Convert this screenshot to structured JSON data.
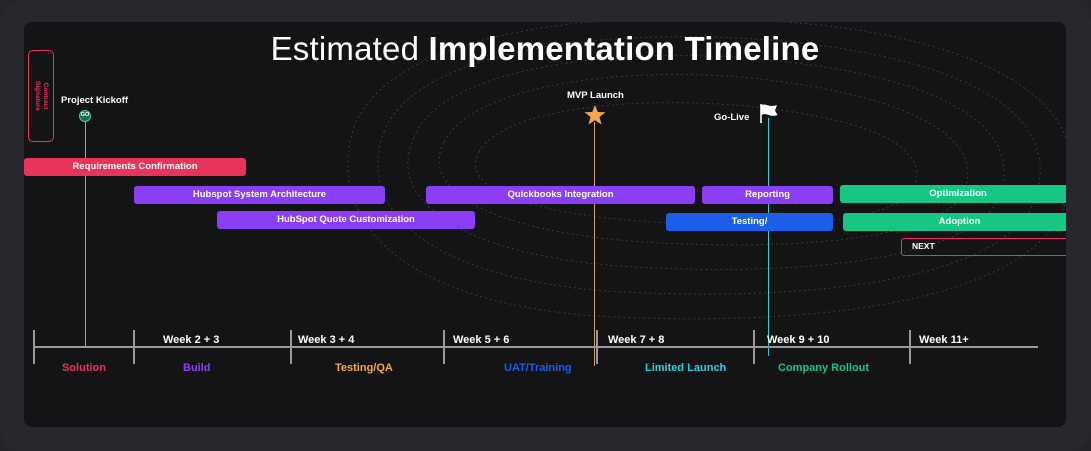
{
  "title": {
    "light": "Estimated",
    "bold": "Implementation Timeline"
  },
  "contract_signature": "Contract\nSignature",
  "milestones": {
    "project_kickoff": {
      "label": "Project Kickoff",
      "badge": "GO",
      "color": "#3bd89a"
    },
    "mvp_launch": {
      "label": "MVP Launch",
      "icon": "star-icon",
      "color": "#f2a94a"
    },
    "go_live": {
      "label": "Go-Live",
      "icon": "flag-icon",
      "color": "#2fd0e0"
    }
  },
  "tasks": {
    "requirements": "Requirements Confirmation",
    "hubspot_architecture": "Hubspot System Architecture",
    "hubspot_quote": "HubSpot Quote Customization",
    "quickbooks": "Quickbooks Integration",
    "reporting": "Reporting",
    "testing": "Testing/",
    "optimization": "Optimization",
    "adoption": "Adoption",
    "next": "NEXT"
  },
  "weeks": [
    "Week 2 + 3",
    "Week 3 + 4",
    "Week 5 + 6",
    "Week 7 + 8",
    "Week 9 + 10",
    "Week 11+"
  ],
  "phases": [
    {
      "label": "Solution",
      "color": "#e8335a"
    },
    {
      "label": "Build",
      "color": "#8a3ef5"
    },
    {
      "label": "Testing/QA",
      "color": "#f2a94a"
    },
    {
      "label": "UAT/Training",
      "color": "#1b5fe8"
    },
    {
      "label": "Limited Launch",
      "color": "#2fd0e0"
    },
    {
      "label": "Company Rollout",
      "color": "#16c784"
    }
  ],
  "colors": {
    "red": "#e8335a",
    "purple": "#8a3ef5",
    "blue": "#1b5fe8",
    "green": "#16c784",
    "panel": "#141416"
  }
}
